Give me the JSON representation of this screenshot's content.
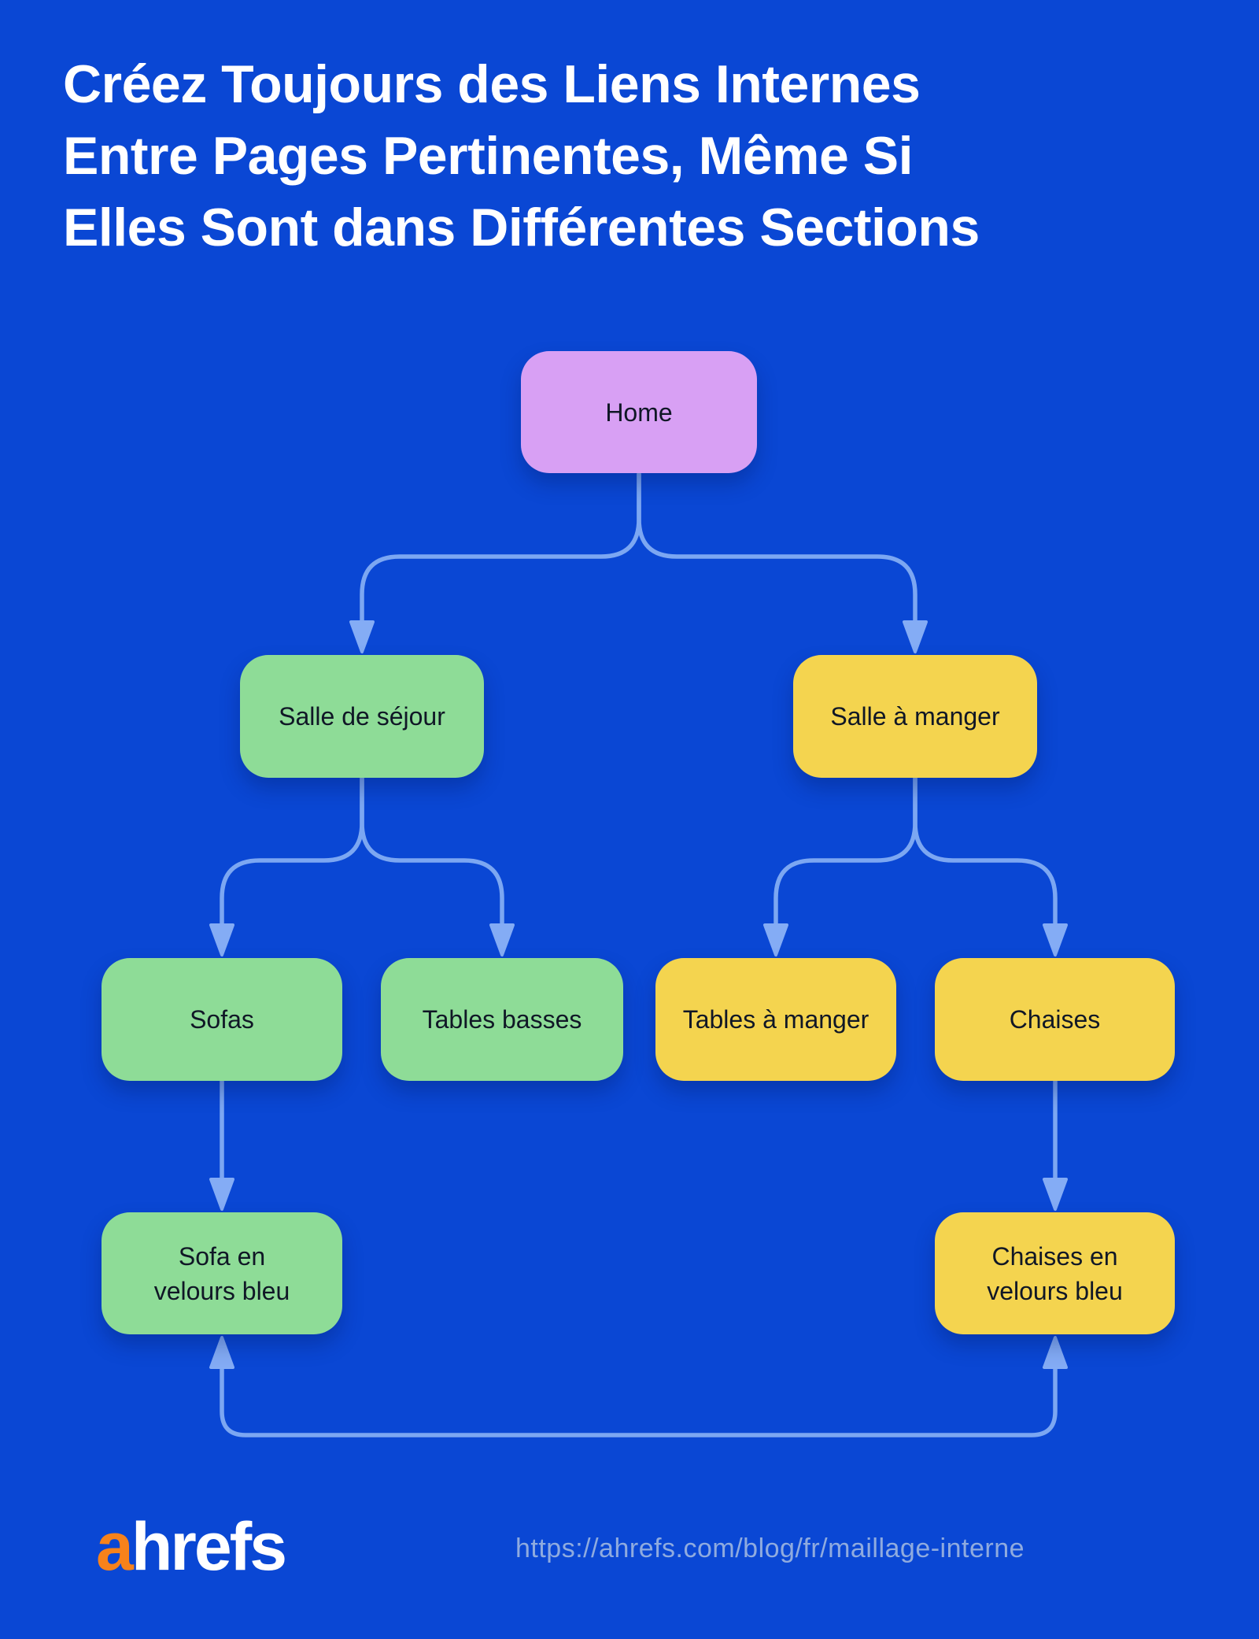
{
  "title": {
    "line1": "Créez Toujours des Liens Internes",
    "line2": "Entre Pages Pertinentes, Même Si",
    "line3": "Elles Sont dans Différentes Sections"
  },
  "nodes": {
    "home": {
      "label": "Home"
    },
    "sejour": {
      "label": "Salle de séjour"
    },
    "manger": {
      "label": "Salle à manger"
    },
    "sofas": {
      "label": "Sofas"
    },
    "tables_basses": {
      "label": "Tables basses"
    },
    "tables_manger": {
      "label": "Tables à manger"
    },
    "chaises": {
      "label": "Chaises"
    },
    "sofa_velours": {
      "label": "Sofa en",
      "label2": "velours bleu"
    },
    "chaises_velours": {
      "label": "Chaises en",
      "label2": "velours bleu"
    }
  },
  "edges": [
    {
      "from": "home",
      "to": "sejour"
    },
    {
      "from": "home",
      "to": "manger"
    },
    {
      "from": "sejour",
      "to": "sofas"
    },
    {
      "from": "sejour",
      "to": "tables_basses"
    },
    {
      "from": "manger",
      "to": "tables_manger"
    },
    {
      "from": "manger",
      "to": "chaises"
    },
    {
      "from": "sofas",
      "to": "sofa_velours"
    },
    {
      "from": "chaises",
      "to": "chaises_velours"
    },
    {
      "from": "sofa_velours",
      "to": "chaises_velours",
      "bidirectional": true
    }
  ],
  "footer": {
    "logo_a": "a",
    "logo_rest": "hrefs",
    "url": "https://ahrefs.com/blog/fr/maillage-interne"
  },
  "colors": {
    "background": "#0a47d4",
    "node_green": "#8edc97",
    "node_yellow": "#f4d44f",
    "node_purple": "#d8a0f4",
    "connector": "#7ca7f2",
    "arrowhead": "#84acf5",
    "text_dark": "#101726",
    "title_white": "#ffffff",
    "url_text": "#8fabdf",
    "logo_orange": "#f7821b",
    "logo_white": "#ffffff"
  }
}
